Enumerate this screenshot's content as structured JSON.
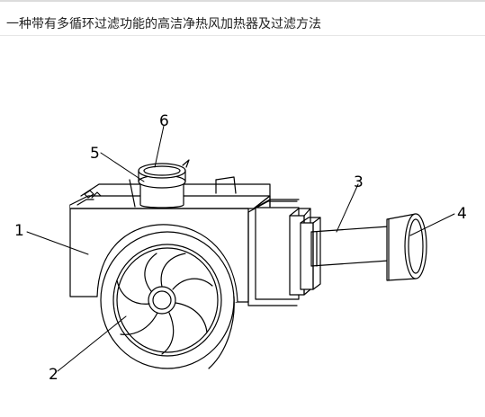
{
  "page": {
    "title": "一种带有多循环过滤功能的高洁净热风加热器及过滤方法"
  },
  "figure": {
    "labels": [
      {
        "id": "label-1",
        "text": "1"
      },
      {
        "id": "label-2",
        "text": "2"
      },
      {
        "id": "label-3",
        "text": "3"
      },
      {
        "id": "label-4",
        "text": "4"
      },
      {
        "id": "label-5",
        "text": "5"
      },
      {
        "id": "label-6",
        "text": "6"
      }
    ]
  }
}
